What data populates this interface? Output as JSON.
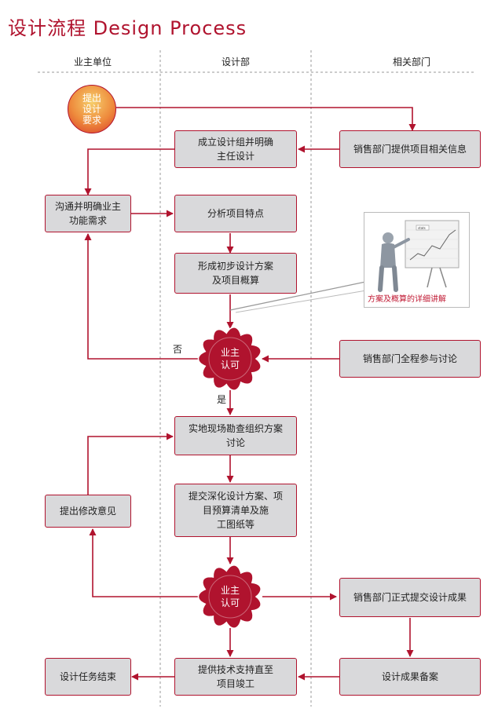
{
  "title": "设计流程  Design Process",
  "columns": {
    "owner": "业主单位",
    "design": "设计部",
    "related": "相关部门"
  },
  "start": {
    "text": "提出\n设计\n要求"
  },
  "boxes": {
    "form_group": "成立设计组并明确\n主任设计",
    "sales_info": "销售部门提供项目相关信息",
    "communicate": "沟通并明确业主\n功能需求",
    "analyze": "分析项目特点",
    "initial_plan": "形成初步设计方案\n及项目概算",
    "sales_discuss": "销售部门全程参与讨论",
    "site_survey": "实地现场勘查组织方案\n讨论",
    "submit_deep": "提交深化设计方案、项\n目预算清单及施\n工图纸等",
    "revise": "提出修改意见",
    "sales_submit": "销售部门正式提交设计成果",
    "tech_support": "提供技术支持直至\n项目竣工",
    "archive": "设计成果备案",
    "finish": "设计任务结束"
  },
  "decisions": {
    "d1": "业主\n认可",
    "d2": "业主\n认可"
  },
  "labels": {
    "no": "否",
    "yes": "是"
  },
  "photo": {
    "chart_label": "stats",
    "caption": "方案及概算的详细讲解"
  },
  "colors": {
    "accent": "#b0132e",
    "box_fill": "#d9d9db",
    "line_gray": "#999999"
  }
}
